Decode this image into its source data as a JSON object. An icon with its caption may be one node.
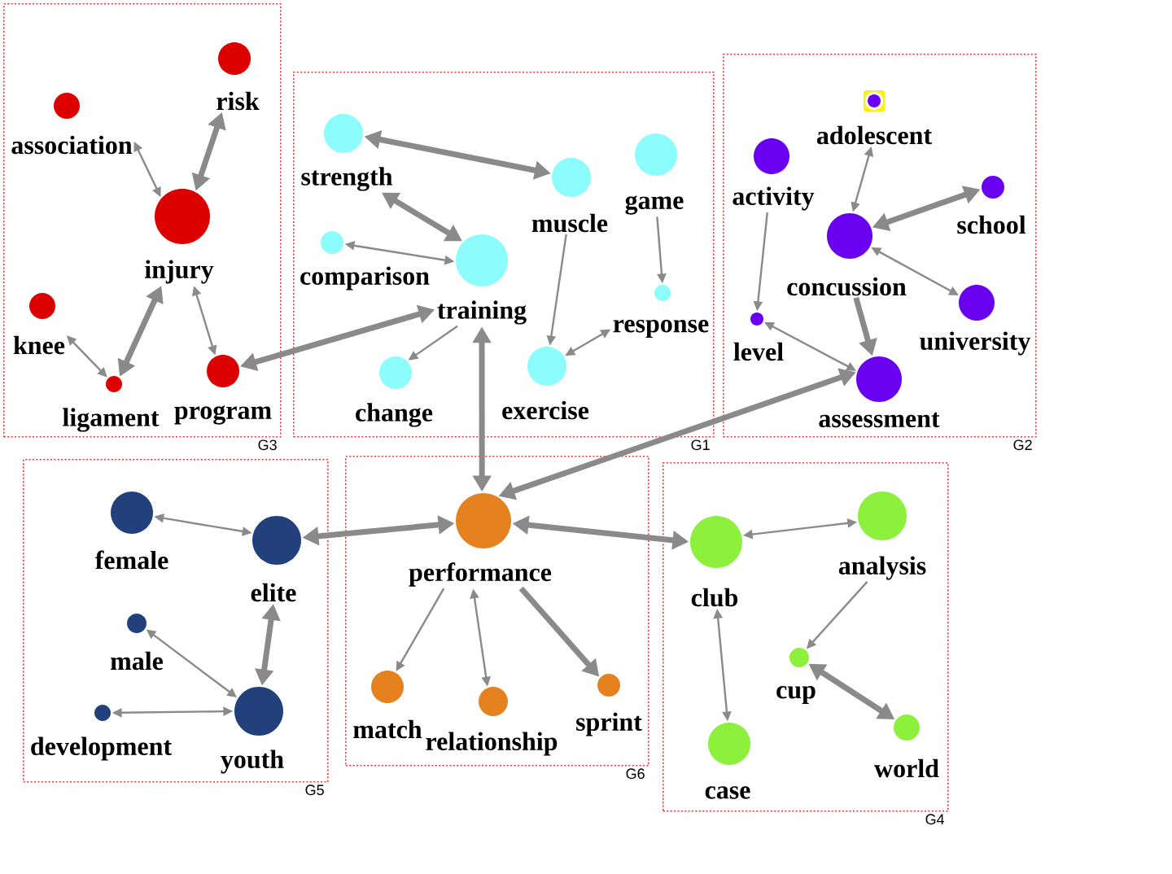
{
  "diagram": {
    "nodes": [
      {
        "text": [
          "G3"
        ]
      },
      {
        "text": [
          "risk"
        ],
        "in": 0
      },
      {
        "text": [
          "association"
        ],
        "in": 0
      },
      {
        "text": [
          "injury"
        ],
        "in": 0
      },
      {
        "text": [
          "knee"
        ],
        "in": 0
      },
      {
        "text": [
          "ligament"
        ],
        "in": 0
      },
      {
        "text": [
          "program"
        ],
        "in": 0
      },
      {
        "text": [
          "G1"
        ]
      },
      {
        "text": [
          "strength"
        ],
        "in": 7
      },
      {
        "text": [
          "muscle"
        ],
        "in": 7
      },
      {
        "text": [
          "game"
        ],
        "in": 7
      },
      {
        "text": [
          "comparison"
        ],
        "in": 7
      },
      {
        "text": [
          "training"
        ],
        "in": 7
      },
      {
        "text": [
          "response"
        ],
        "in": 7
      },
      {
        "text": [
          "change"
        ],
        "in": 7
      },
      {
        "text": [
          "exercise"
        ],
        "in": 7
      },
      {
        "text": [
          "G2"
        ]
      },
      {
        "text": [
          "adolescent"
        ],
        "in": 16
      },
      {
        "text": [
          "activity"
        ],
        "in": 16
      },
      {
        "text": [
          "school"
        ],
        "in": 16
      },
      {
        "text": [
          "concussion"
        ],
        "in": 16
      },
      {
        "text": [
          "level"
        ],
        "in": 16
      },
      {
        "text": [
          "university"
        ],
        "in": 16
      },
      {
        "text": [
          "assessment"
        ],
        "in": 16
      },
      {
        "text": [
          "G5"
        ]
      },
      {
        "text": [
          "female"
        ],
        "in": 24
      },
      {
        "text": [
          "elite"
        ],
        "in": 24
      },
      {
        "text": [
          "male"
        ],
        "in": 24
      },
      {
        "text": [
          "development"
        ],
        "in": 24
      },
      {
        "text": [
          "youth"
        ],
        "in": 24
      },
      {
        "text": [
          "G6"
        ]
      },
      {
        "text": [
          "performance"
        ],
        "in": 30
      },
      {
        "text": [
          "match"
        ],
        "in": 30
      },
      {
        "text": [
          "relationship"
        ],
        "in": 30
      },
      {
        "text": [
          "sprint"
        ],
        "in": 30
      },
      {
        "text": [
          "G4"
        ]
      },
      {
        "text": [
          "club"
        ],
        "in": 35
      },
      {
        "text": [
          "analysis"
        ],
        "in": 35
      },
      {
        "text": [
          "cup"
        ],
        "in": 35
      },
      {
        "text": [
          "case"
        ],
        "in": 35
      },
      {
        "text": [
          "world"
        ],
        "in": 35
      }
    ],
    "edges": [
      {
        "from": 1,
        "to": 3,
        "arrow": "both",
        "style": "thick"
      },
      {
        "from": 2,
        "to": 3,
        "arrow": "both"
      },
      {
        "from": 3,
        "to": 5,
        "arrow": "both",
        "style": "thick"
      },
      {
        "from": 4,
        "to": 5,
        "arrow": "both"
      },
      {
        "from": 3,
        "to": 6,
        "arrow": "both"
      },
      {
        "from": 6,
        "to": 12,
        "arrow": "both",
        "style": "thick"
      },
      {
        "from": 8,
        "to": 9,
        "arrow": "both",
        "style": "thick"
      },
      {
        "from": 8,
        "to": 12,
        "arrow": "both",
        "style": "thick"
      },
      {
        "from": 11,
        "to": 12,
        "arrow": "both"
      },
      {
        "from": 9,
        "to": 15,
        "arrow": "to"
      },
      {
        "from": 10,
        "to": 13,
        "arrow": "to"
      },
      {
        "from": 12,
        "to": 14,
        "arrow": "to"
      },
      {
        "from": 13,
        "to": 15,
        "arrow": "both"
      },
      {
        "from": 12,
        "to": 31,
        "arrow": "both",
        "style": "thick"
      },
      {
        "from": 17,
        "to": 20,
        "arrow": "both"
      },
      {
        "from": 18,
        "to": 21,
        "arrow": "to"
      },
      {
        "from": 20,
        "to": 19,
        "arrow": "both",
        "style": "thick"
      },
      {
        "from": 20,
        "to": 22,
        "arrow": "both"
      },
      {
        "from": 20,
        "to": 23,
        "arrow": "to",
        "style": "thick"
      },
      {
        "from": 21,
        "to": 23,
        "arrow": "both"
      },
      {
        "from": 23,
        "to": 31,
        "arrow": "both",
        "style": "thick"
      },
      {
        "from": 25,
        "to": 26,
        "arrow": "both"
      },
      {
        "from": 26,
        "to": 29,
        "arrow": "both",
        "style": "thick"
      },
      {
        "from": 27,
        "to": 29,
        "arrow": "both"
      },
      {
        "from": 28,
        "to": 29,
        "arrow": "both"
      },
      {
        "from": 26,
        "to": 31,
        "arrow": "both",
        "style": "thick"
      },
      {
        "from": 31,
        "to": 36,
        "arrow": "both",
        "style": "thick"
      },
      {
        "from": 31,
        "to": 32,
        "arrow": "to"
      },
      {
        "from": 31,
        "to": 33,
        "arrow": "both"
      },
      {
        "from": 31,
        "to": 34,
        "arrow": "to",
        "style": "thick"
      },
      {
        "from": 36,
        "to": 37,
        "arrow": "both"
      },
      {
        "from": 37,
        "to": 38,
        "arrow": "to"
      },
      {
        "from": 36,
        "to": 39,
        "arrow": "both"
      },
      {
        "from": 38,
        "to": 40,
        "arrow": "both",
        "style": "thick"
      }
    ]
  }
}
